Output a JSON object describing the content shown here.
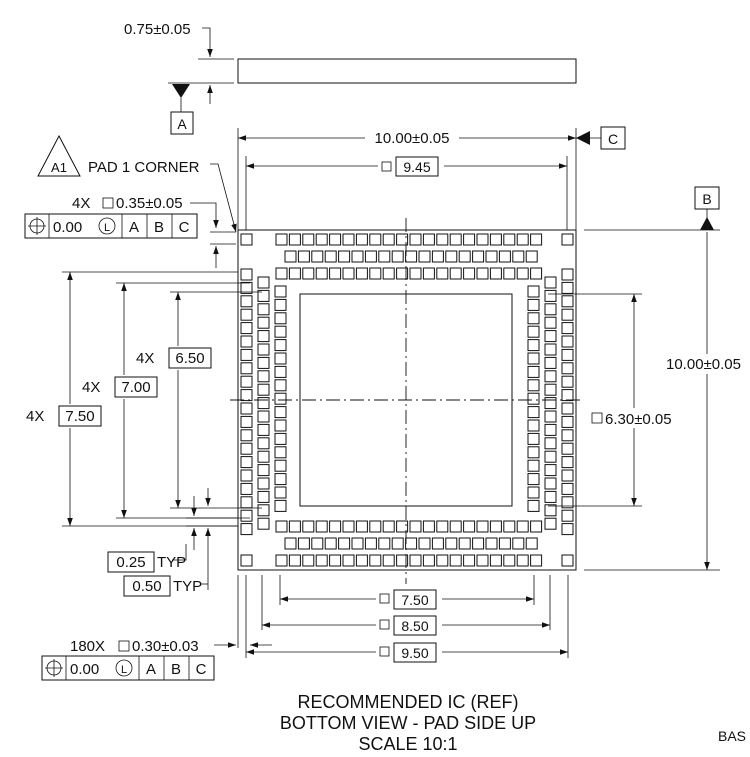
{
  "top_view": {
    "thickness": "0.75±0.05",
    "datum_a": "A"
  },
  "datums": {
    "a": "A",
    "b": "B",
    "c": "C"
  },
  "pad1": {
    "tag": "A1",
    "label": "PAD 1 CORNER"
  },
  "dims": {
    "overall_width": "10.00±0.05",
    "overall_height": "10.00±0.05",
    "pitch_945": "9.45",
    "corner_pads": "4X ",
    "corner_pad_size": "0.35±0.05",
    "exposed_pad": "6.30±0.05",
    "inner_650": "6.50",
    "inner_700": "7.00",
    "inner_750": "7.50",
    "prefix_4x": "4X",
    "typ_025": "0.25",
    "typ_050": "0.50",
    "typ_word": "TYP",
    "pads_count": "180X ",
    "pad_size": "0.30±0.03",
    "bottom_750": "7.50",
    "bottom_850": "8.50",
    "bottom_950": "9.50"
  },
  "fcf_top": {
    "tol": "0.00",
    "modifier": "L",
    "d1": "A",
    "d2": "B",
    "d3": "C"
  },
  "fcf_bottom": {
    "tol": "0.00",
    "modifier": "L",
    "d1": "A",
    "d2": "B",
    "d3": "C"
  },
  "caption": {
    "line1": "RECOMMENDED IC (REF)",
    "line2": "BOTTOM VIEW - PAD SIDE UP",
    "line3": "SCALE 10:1",
    "corner": "BAS"
  },
  "colors": {
    "ink": "#111111",
    "paper": "#ffffff"
  }
}
